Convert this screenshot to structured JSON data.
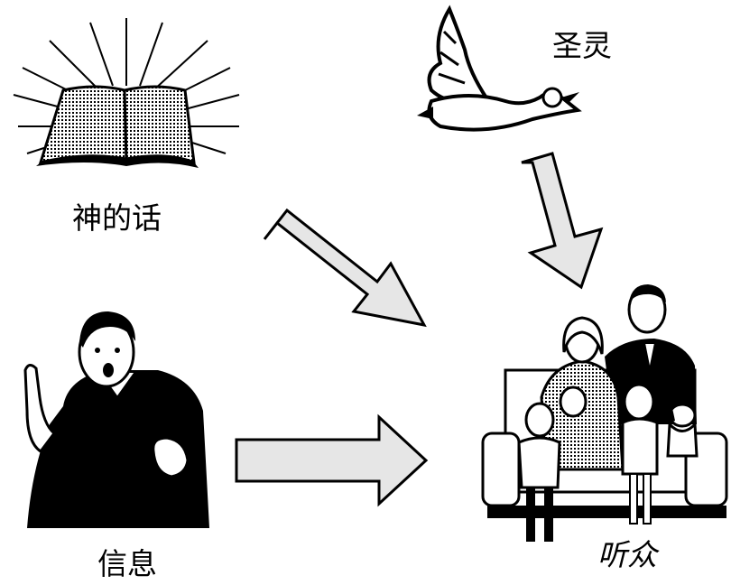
{
  "labels": {
    "word_of_god": "神的话",
    "holy_spirit": "圣灵",
    "message": "信息",
    "audience": "听众"
  },
  "colors": {
    "arrow_fill": "#e6e6e6",
    "ink": "#000000",
    "background": "#ffffff"
  },
  "icons": [
    "open-bible-icon",
    "dove-icon",
    "preacher-icon",
    "family-audience-icon"
  ]
}
